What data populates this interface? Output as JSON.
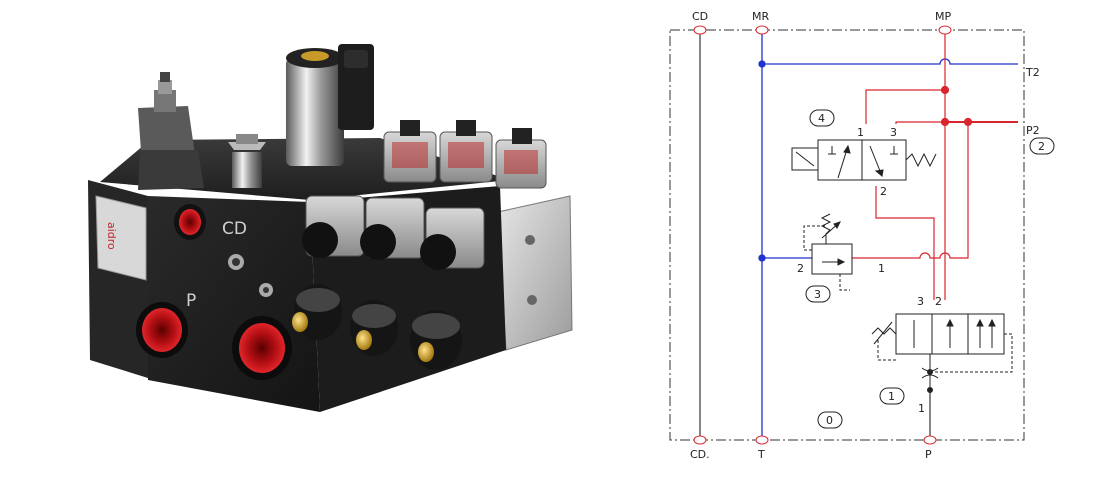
{
  "photo": {
    "brand_text": "aidro",
    "port_label_cd": "CD",
    "port_label_p": "P"
  },
  "diagram": {
    "top_ports": {
      "cd": "CD",
      "mr": "MR",
      "mp": "MP"
    },
    "bottom_ports": {
      "cd": "CD.",
      "t": "T",
      "p": "P"
    },
    "side_ports": {
      "t2": "T2",
      "p2": "P2"
    },
    "components": {
      "c0": "0",
      "c1": "1",
      "c2": "2",
      "c3": "3",
      "c4": "4"
    },
    "port_numbers": {
      "v4_p1": "1",
      "v4_p2": "2",
      "v4_p3": "3",
      "v3_p1": "1",
      "v3_p2": "2",
      "v1_p1": "1",
      "v1_p2": "2",
      "v1_p3": "3"
    },
    "colors": {
      "pressure_line": "#d9262e",
      "tank_line": "#2233cc",
      "cd_line": "#333333",
      "frame": "#333333"
    }
  }
}
